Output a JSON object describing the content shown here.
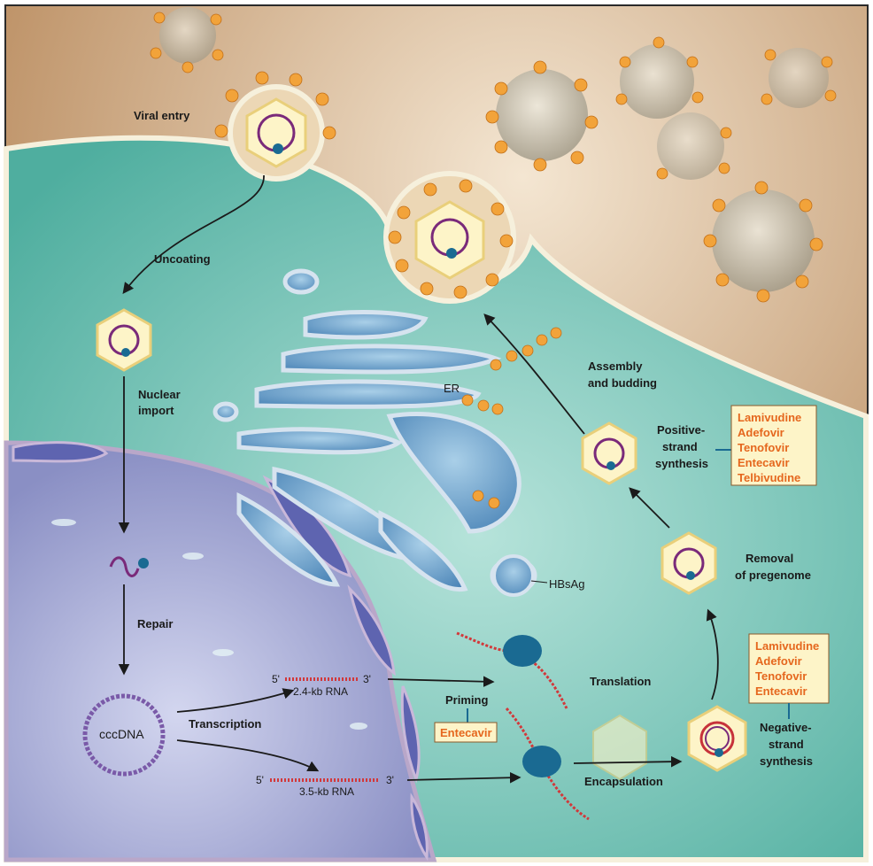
{
  "labels": {
    "viral_entry": "Viral entry",
    "uncoating": "Uncoating",
    "nuclear_import_1": "Nuclear",
    "nuclear_import_2": "import",
    "repair": "Repair",
    "cccdna": "cccDNA",
    "transcription": "Transcription",
    "rna_24": "2.4-kb RNA",
    "rna_35": "3.5-kb RNA",
    "five_prime": "5'",
    "three_prime": "3'",
    "priming": "Priming",
    "translation": "Translation",
    "encapsulation": "Encapsulation",
    "hbsag": "HBsAg",
    "er": "ER",
    "assembly_1": "Assembly",
    "assembly_2": "and budding",
    "positive_1": "Positive-",
    "positive_2": "strand",
    "positive_3": "synthesis",
    "removal_1": "Removal",
    "removal_2": "of pregenome",
    "negative_1": "Negative-",
    "negative_2": "strand",
    "negative_3": "synthesis"
  },
  "drug_boxes": {
    "priming": [
      "Entecavir"
    ],
    "positive_strand": [
      "Lamivudine",
      "Adefovir",
      "Tenofovir",
      "Entecavir",
      "Telbivudine"
    ],
    "negative_strand": [
      "Lamivudine",
      "Adefovir",
      "Tenofovir",
      "Entecavir"
    ]
  },
  "colors": {
    "extracellular": "#c9a27a",
    "cytoplasm": "#6fc1b5",
    "nucleus": "#8f95c8",
    "er": "#6a9fc8",
    "virus_spike": "#f2a33a",
    "drug_text": "#e5671e",
    "drug_box": "#fdf4c8",
    "ribosome": "#1a6a92",
    "rna": "#d2383a"
  }
}
